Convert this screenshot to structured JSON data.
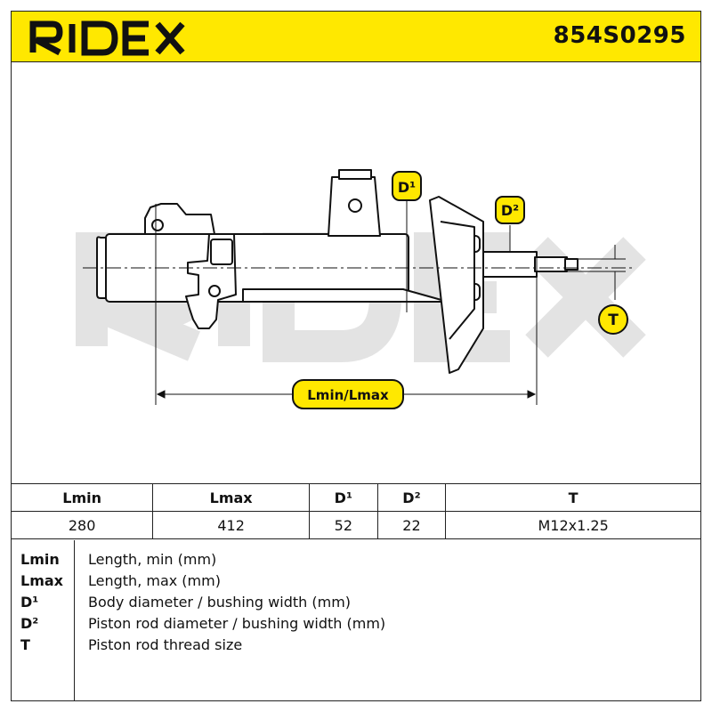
{
  "header": {
    "brand": "RIDEX",
    "part_number": "854S0295"
  },
  "diagram": {
    "watermark": "RIDEX",
    "labels": {
      "d1": "D¹",
      "d2": "D²",
      "t": "T",
      "length": "Lmin/Lmax"
    }
  },
  "table": {
    "headers": [
      "Lmin",
      "Lmax",
      "D¹",
      "D²",
      "T"
    ],
    "values": [
      "280",
      "412",
      "52",
      "22",
      "M12x1.25"
    ]
  },
  "legend": [
    {
      "key": "Lmin",
      "desc": "Length, min (mm)"
    },
    {
      "key": "Lmax",
      "desc": "Length, max (mm)"
    },
    {
      "key": "D¹",
      "desc": "Body diameter / bushing width (mm)"
    },
    {
      "key": "D²",
      "desc": "Piston rod diameter / bushing width (mm)"
    },
    {
      "key": "T",
      "desc": "Piston rod thread size"
    }
  ],
  "colors": {
    "accent": "#FFE800",
    "ink": "#111111",
    "watermark": "#E3E3E3"
  }
}
